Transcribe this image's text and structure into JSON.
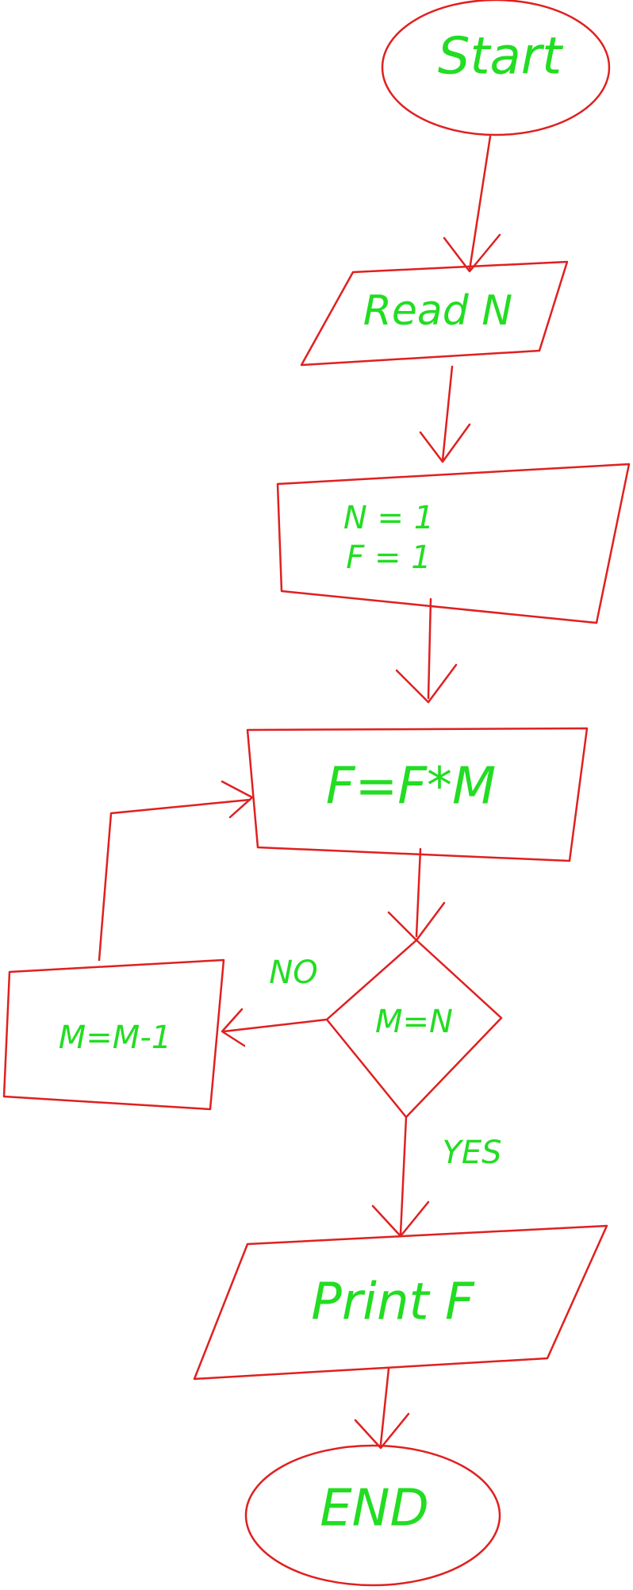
{
  "diagram": {
    "start": "Start",
    "read": "Read N",
    "init_line1": "N = 1",
    "init_line2": "F = 1",
    "process": "F=F*M",
    "decision": "M=N",
    "decrement": "M=M-1",
    "no_label": "NO",
    "yes_label": "YES",
    "print": "Print F",
    "end": "END"
  },
  "colors": {
    "stroke": "#e02020",
    "text": "#22dd22",
    "background": "#ffffff"
  }
}
